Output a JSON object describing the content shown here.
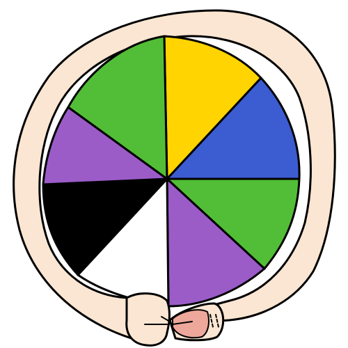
{
  "figure": {
    "subject": "hands-holding-color-wheel",
    "colors": {
      "skin": "#FAE6D2",
      "nail": "#EEA89B",
      "outline": "#000000",
      "background": "#FFFFFF"
    },
    "wedges": [
      {
        "name": "yellow",
        "color": "#FFD400"
      },
      {
        "name": "blue",
        "color": "#3C5CD2"
      },
      {
        "name": "green-right",
        "color": "#52BE37"
      },
      {
        "name": "purple-bottom",
        "color": "#9B5CC8"
      },
      {
        "name": "white",
        "color": "#FFFFFF"
      },
      {
        "name": "black",
        "color": "#000000"
      },
      {
        "name": "purple-left",
        "color": "#9B5CC8"
      },
      {
        "name": "green-top",
        "color": "#52BE37"
      }
    ]
  }
}
